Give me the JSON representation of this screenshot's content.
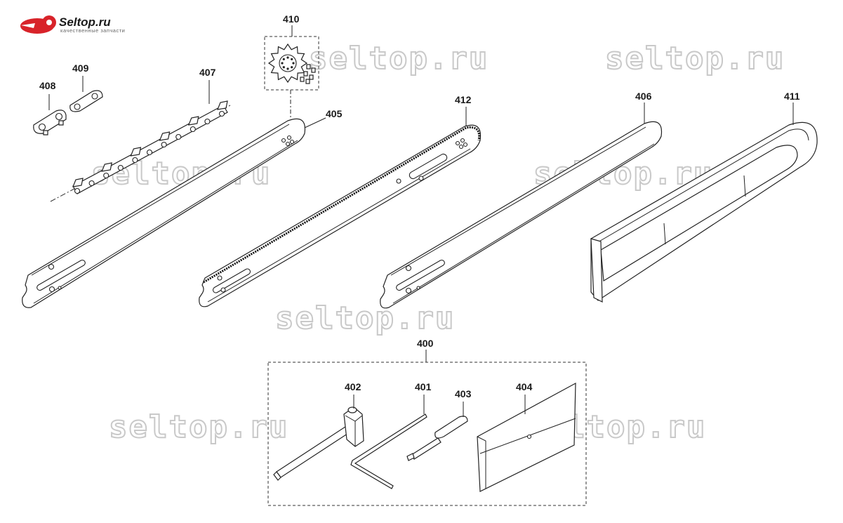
{
  "logo": {
    "title": "Seltop.ru",
    "subtitle": "качественные запчасти",
    "accent_color": "#d8232a"
  },
  "watermarks": [
    "seltop.ru",
    "seltop.ru",
    "seltop.ru",
    "seltop.ru",
    "seltop.ru",
    "seltop.ru"
  ],
  "parts": {
    "p400": "400",
    "p401": "401",
    "p402": "402",
    "p403": "403",
    "p404": "404",
    "p405": "405",
    "p406": "406",
    "p407": "407",
    "p408": "408",
    "p409": "409",
    "p410": "410",
    "p411": "411",
    "p412": "412"
  },
  "colors": {
    "line": "#222222",
    "watermark_outline": "#c9c9c9"
  }
}
